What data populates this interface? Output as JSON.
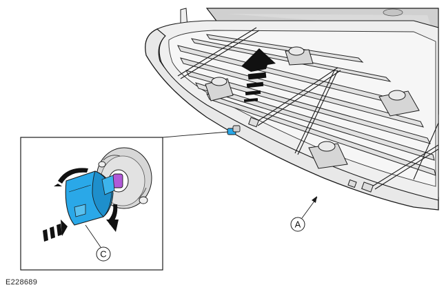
{
  "figure": {
    "reference_code": "E228689"
  },
  "callouts": {
    "a": {
      "letter": "A"
    },
    "c": {
      "letter": "C"
    }
  },
  "colors": {
    "lock_blue": "#2aa8e8",
    "key_magenta": "#b05ad8",
    "box_grey": "#e6e6e6",
    "lid_grey": "#cfcfcf",
    "line": "#1a1a1a"
  },
  "icons": {
    "lift_arrow": "up-arrow-icon",
    "rotate_arrow": "rotate-arrow-icon",
    "push_arrow": "push-arrow-icon"
  }
}
